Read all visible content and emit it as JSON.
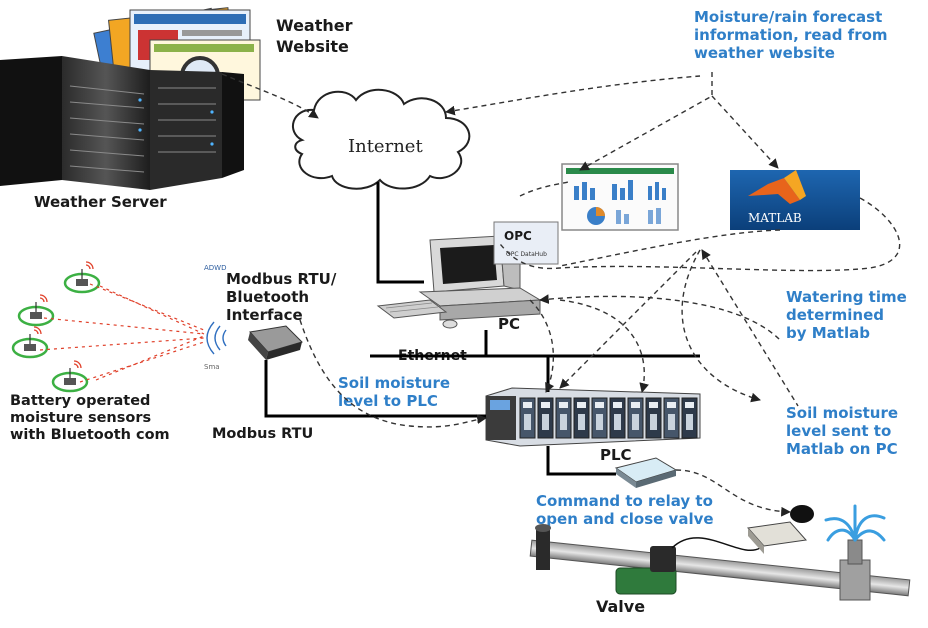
{
  "colors": {
    "blue_text": "#2f7fc8",
    "cable": "#000000",
    "dash": "#333333",
    "sensor_ring": "#3cb043",
    "signal": "#e0402a"
  },
  "labels": {
    "weather_website_1": "Weather",
    "weather_website_2": "Website",
    "internet": "Internet",
    "weather_server": "Weather Server",
    "forecast_1": "Moisture/rain forecast",
    "forecast_2": "information, read from",
    "forecast_3": "weather website",
    "modbus_rtu_bt_1": "Modbus RTU/",
    "modbus_rtu_bt_2": "Bluetooth",
    "modbus_rtu_bt_3": "Interface",
    "pc": "PC",
    "ethernet": "Ethernet",
    "watering_1": "Watering time",
    "watering_2": "determined",
    "watering_3": "by Matlab",
    "soil_plc_1": "Soil moisture",
    "soil_plc_2": "level to PLC",
    "battery_1": "Battery operated",
    "battery_2": "moisture sensors",
    "battery_3": "with Bluetooth com",
    "modbus_rtu": "Modbus RTU",
    "plc": "PLC",
    "soil_matlab_1": "Soil moisture",
    "soil_matlab_2": "level sent to",
    "soil_matlab_3": "Matlab on PC",
    "command_1": "Command to  relay to",
    "command_2": "open and close valve",
    "valve": "Valve",
    "matlab_logo": "MATLAB",
    "opc_logo": "OPC",
    "opc_sub": "OPC DataHub",
    "smart_tag": "Sma",
    "adwd_tag": "ADWD"
  },
  "icons": [
    "weather-website-screens-icon",
    "server-rack-icon",
    "internet-cloud-icon",
    "dashboard-screen-icon",
    "matlab-logo-icon",
    "pc-computer-icon",
    "opc-datahub-icon",
    "bluetooth-modbus-module-icon",
    "moisture-sensor-icon",
    "plc-rack-icon",
    "relay-module-icon",
    "solenoid-valve-icon",
    "sprinkler-icon"
  ]
}
